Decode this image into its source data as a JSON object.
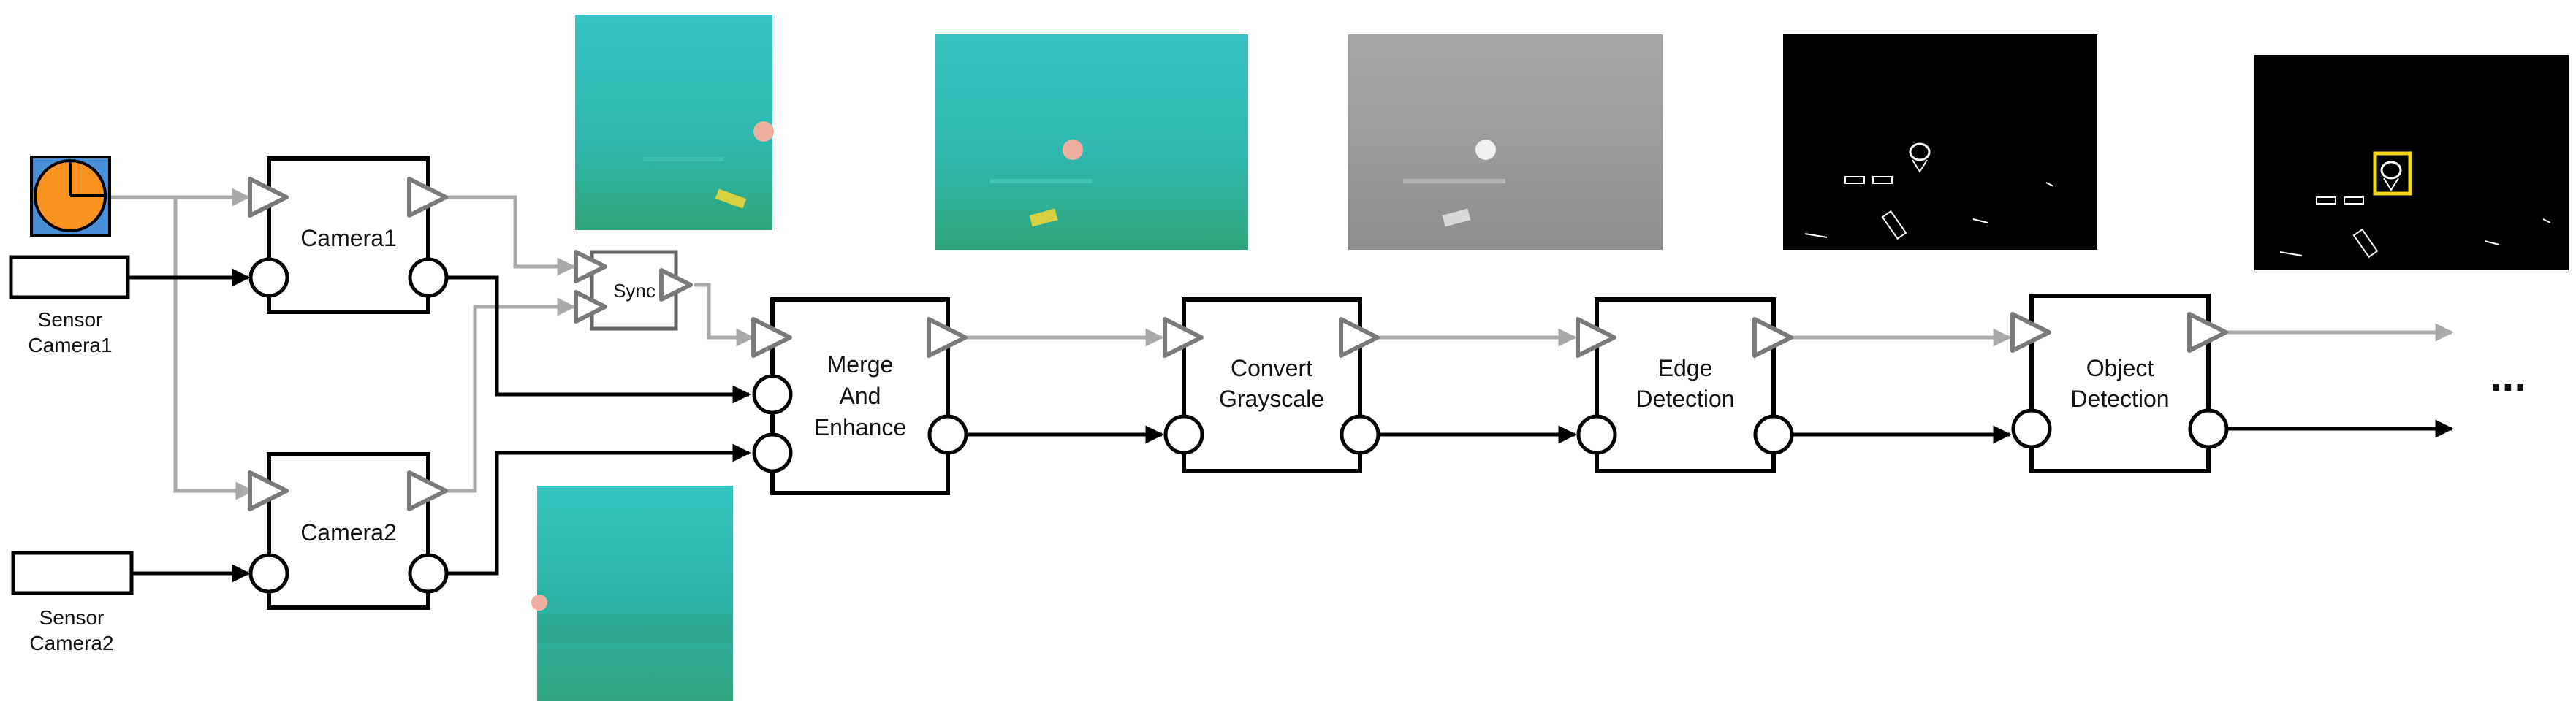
{
  "nodes": {
    "camera1": "Camera1",
    "camera2": "Camera2",
    "sync": "Sync",
    "merge": [
      "Merge",
      "And",
      "Enhance"
    ],
    "convert": [
      "Convert",
      "Grayscale"
    ],
    "edge": [
      "Edge",
      "Detection"
    ],
    "object": [
      "Object",
      "Detection"
    ]
  },
  "sensors": {
    "sensor1": [
      "Sensor",
      "Camera1"
    ],
    "sensor2": [
      "Sensor",
      "Camera2"
    ]
  },
  "continuation": "...",
  "colors": {
    "data_flow": "#a9a9a9",
    "control_flow": "#000000",
    "clock_fill": "#f7931e",
    "clock_frame": "#4a90d9",
    "water_top": "#34c2c2",
    "water_bottom": "#2ea67a",
    "buoy": "#f0b0a0",
    "marker": "#d8d040",
    "detection_box": "#f5d80f"
  },
  "thumbnails": [
    {
      "name": "camera1-frame",
      "style": "underwater-color"
    },
    {
      "name": "camera2-frame",
      "style": "underwater-color"
    },
    {
      "name": "merged-frame",
      "style": "underwater-color"
    },
    {
      "name": "grayscale-frame",
      "style": "grayscale"
    },
    {
      "name": "edge-frame",
      "style": "edges"
    },
    {
      "name": "object-frame",
      "style": "edges-with-detection"
    }
  ]
}
